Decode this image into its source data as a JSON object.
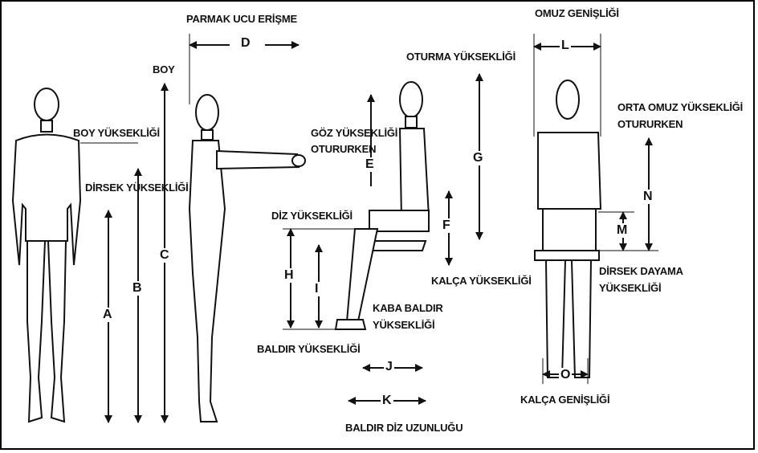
{
  "labels": {
    "parmak_ucu_erisme": "PARMAK UCU ERİŞME",
    "boy": "BOY",
    "omuz_genisligi": "OMUZ GENİŞLİĞİ",
    "oturma_yuksekligi": "OTURMA YÜKSEKLİĞİ",
    "orta_omuz_line1": "ORTA OMUZ YÜKSEKLİĞİ",
    "orta_omuz_line2": "OTURURKEN",
    "boy_yuksekligi": "BOY YÜKSEKLİĞİ",
    "goz_line1": "GÖZ YÜKSEKLİĞİ",
    "goz_line2": "OTURURKEN",
    "dirsek_yuksekligi": "DİRSEK YÜKSEKLİĞİ",
    "diz_yuksekligi": "DİZ YÜKSEKLİĞİ",
    "kalca_yuksekligi": "KALÇA YÜKSEKLİĞİ",
    "dirsek_dayama_line1": "DİRSEK DAYAMA",
    "dirsek_dayama_line2": "YÜKSEKLİĞİ",
    "kaba_baldir_line1": "KABA BALDIR",
    "kaba_baldir_line2": "YÜKSEKLİĞİ",
    "baldir_yuksekligi": "BALDIR YÜKSEKLİĞİ",
    "kalca_genisligi": "KALÇA GENİŞLİĞİ",
    "baldir_diz_uzunlugu": "BALDIR DİZ UZUNLUĞU"
  },
  "letters": {
    "A": "A",
    "B": "B",
    "C": "C",
    "D": "D",
    "E": "E",
    "F": "F",
    "G": "G",
    "H": "H",
    "I": "I",
    "J": "J",
    "K": "K",
    "L": "L",
    "M": "M",
    "N": "N",
    "O": "O"
  }
}
